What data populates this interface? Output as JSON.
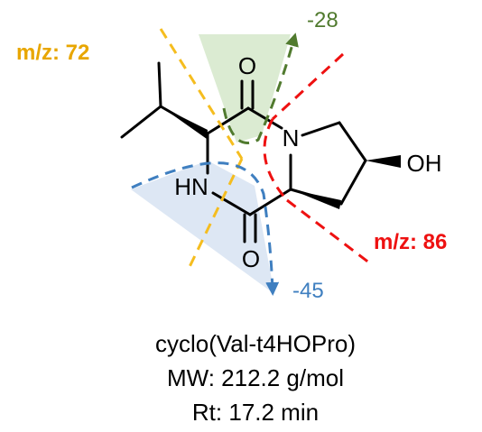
{
  "molecule": {
    "name": "cyclo(Val-t4HOPro)",
    "mw": "MW: 212.2 g/mol",
    "rt": "Rt: 17.2 min"
  },
  "atoms": {
    "o_top": "O",
    "n_ring": "N",
    "hn": "HN",
    "o_bottom": "O",
    "oh": "OH"
  },
  "fragments": {
    "mz72": "m/z: 72",
    "mz86": "m/z: 86",
    "loss28": "-28",
    "loss45": "-45"
  },
  "colors": {
    "orange": "#f5bd1f",
    "orange_text": "#e8a600",
    "red": "#ee1111",
    "green": "#507a2e",
    "green_fill": "#d9ead0",
    "blue": "#3f7fc0",
    "blue_text": "#3f7fc0",
    "blue_fill": "#dbe6f3",
    "black": "#000000"
  }
}
